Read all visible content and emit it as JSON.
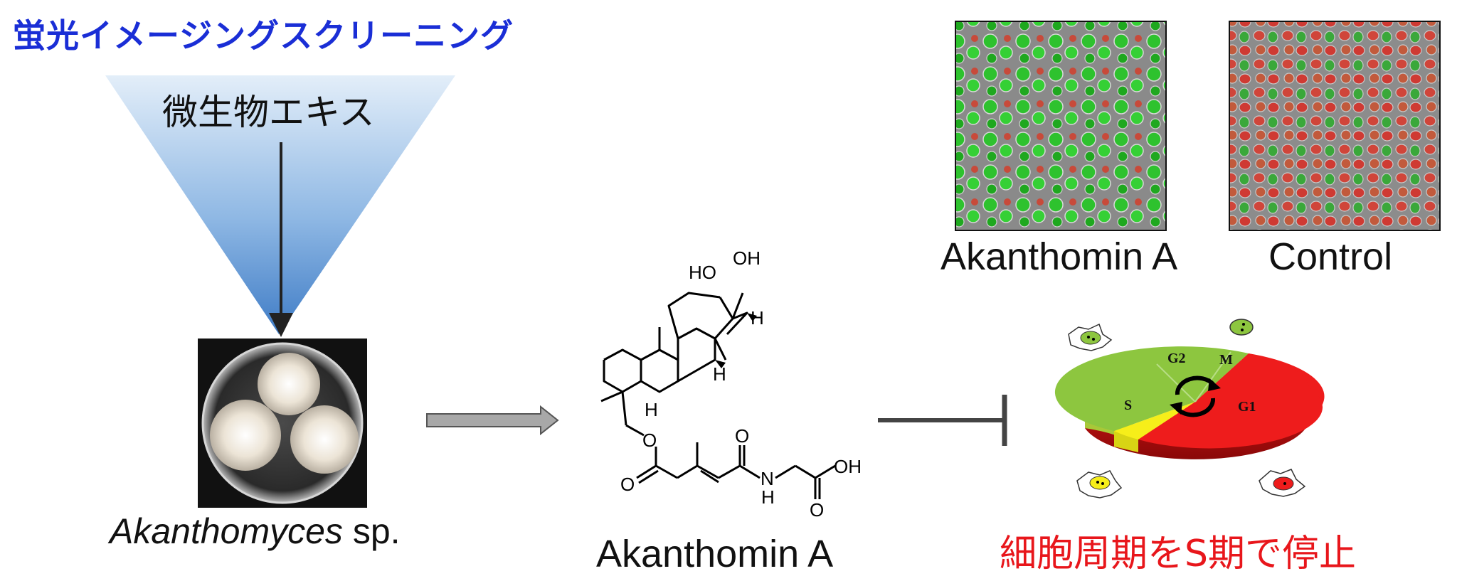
{
  "screening": {
    "title": "蛍光イメージングスクリーニング",
    "extract_label": "微生物エキス",
    "species_italic": "Akanthomyces",
    "species_suffix": " sp."
  },
  "compound": {
    "name": "Akanthomin A",
    "labels": {
      "ho": "HO",
      "oh_top": "OH",
      "h_right": "H",
      "h_mid": "H",
      "h_low": "H",
      "o_ester": "O",
      "o_carbonyl": "O",
      "o_amide": "O",
      "n": "N",
      "nh_h": "H",
      "oh_acid": "OH",
      "o_acid": "O"
    }
  },
  "microscopy": {
    "treated_label": "Akanthomin A",
    "control_label": "Control"
  },
  "cell_cycle": {
    "phases": [
      {
        "label": "G2",
        "color": "#8dc63f"
      },
      {
        "label": "M",
        "color": "#8dc63f"
      },
      {
        "label": "G1",
        "color": "#ee1c1c"
      },
      {
        "label": "S",
        "color": "#8dc63f"
      }
    ],
    "yellow_color": "#f6ee1a",
    "result_text": "細胞周期をS期で停止"
  },
  "colors": {
    "title_blue": "#1a2ed6",
    "result_red": "#e8161b",
    "arrow_gray": "#a8a8a8"
  }
}
